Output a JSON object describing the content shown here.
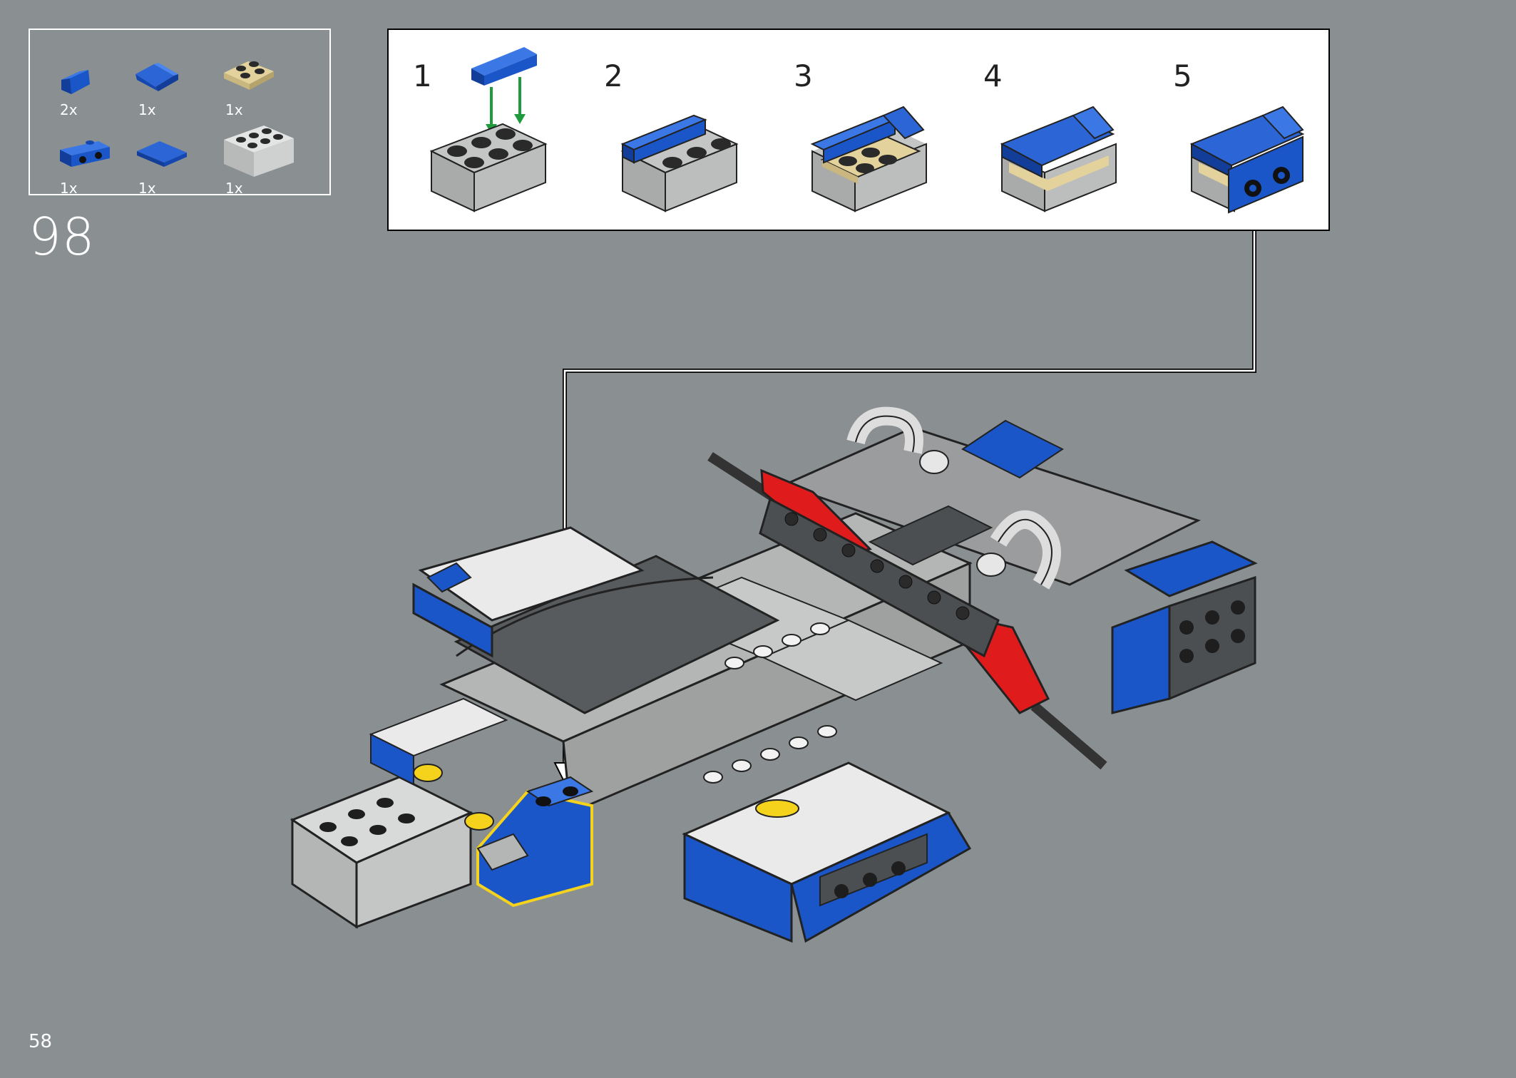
{
  "parts_list": {
    "items": [
      {
        "name": "blue-slope",
        "quantity": "2x",
        "color": "#1a56c8"
      },
      {
        "name": "blue-slope-large",
        "quantity": "1x",
        "color": "#1a56c8"
      },
      {
        "name": "tan-plate-2x2",
        "quantity": "1x",
        "color": "#e3d29c"
      },
      {
        "name": "blue-bracket-pins",
        "quantity": "1x",
        "color": "#1a56c8"
      },
      {
        "name": "blue-tile-2x2",
        "quantity": "1x",
        "color": "#1a56c8"
      },
      {
        "name": "light-gray-brick-2x3",
        "quantity": "1x",
        "color": "#c8c9c9"
      }
    ]
  },
  "step": {
    "number": "98"
  },
  "sub_steps": [
    {
      "label": "1"
    },
    {
      "label": "2"
    },
    {
      "label": "3"
    },
    {
      "label": "4"
    },
    {
      "label": "5"
    }
  ],
  "page": {
    "number": "58"
  },
  "colors": {
    "background": "#8a9092",
    "brick_blue": "#1a56c8",
    "brick_tan": "#e3d29c",
    "brick_gray": "#b4b6b6",
    "brick_dark": "#4c4f51",
    "brick_red": "#e01b1b",
    "highlight": "#f5d21c",
    "arrow_green": "#1f9a3c"
  }
}
